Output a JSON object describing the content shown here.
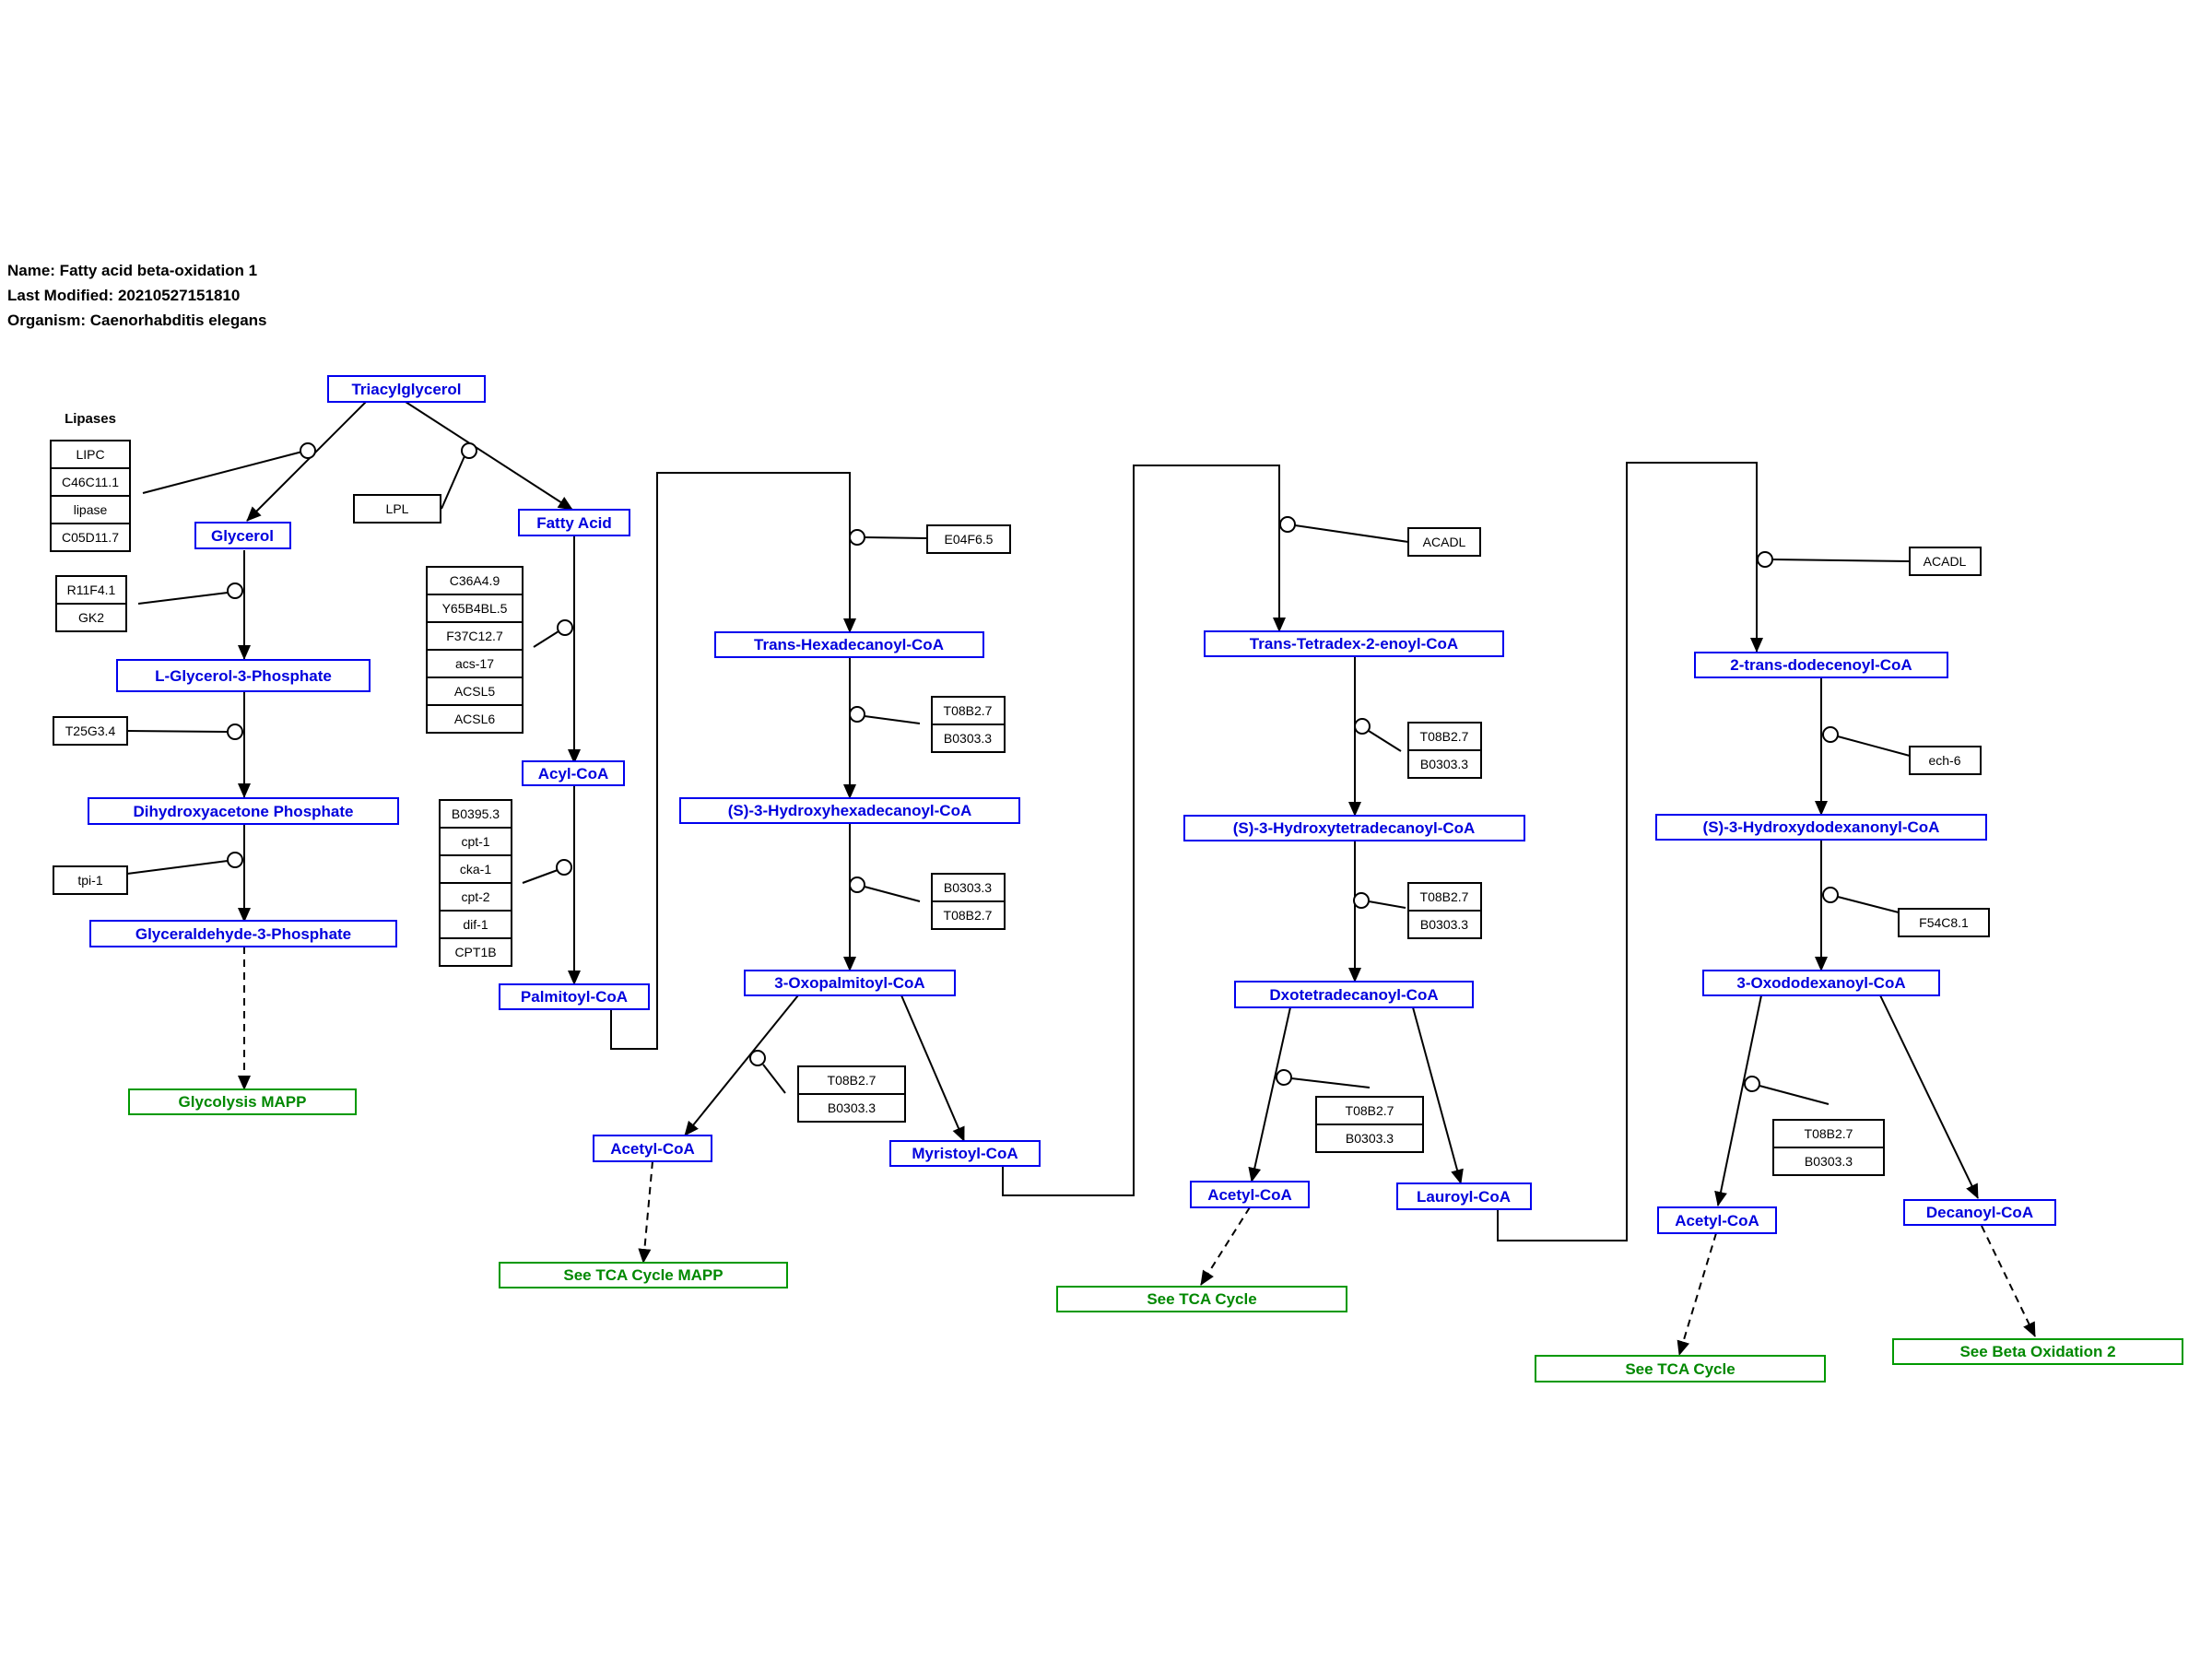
{
  "header": {
    "name": "Name: Fatty acid beta-oxidation 1",
    "last_modified": "Last Modified: 20210527151810",
    "organism": "Organism: Caenorhabditis elegans"
  },
  "labels": {
    "lipases": "Lipases"
  },
  "metabolites": {
    "triacylglycerol": "Triacylglycerol",
    "glycerol": "Glycerol",
    "fatty_acid": "Fatty Acid",
    "l_glycerol_3_phosphate": "L-Glycerol-3-Phosphate",
    "dihydroxyacetone_phosphate": "Dihydroxyacetone Phosphate",
    "glyceraldehyde_3_phosphate": "Glyceraldehyde-3-Phosphate",
    "acyl_coa": "Acyl-CoA",
    "palmitoyl_coa": "Palmitoyl-CoA",
    "trans_hexadecanoyl_coa": "Trans-Hexadecanoyl-CoA",
    "s3_hydroxyhexadecanoyl_coa": "(S)-3-Hydroxyhexadecanoyl-CoA",
    "oxopalmitoyl_coa": "3-Oxopalmitoyl-CoA",
    "acetyl_coa_1": "Acetyl-CoA",
    "myristoyl_coa": "Myristoyl-CoA",
    "trans_tetradec_2_enoyl_coa": "Trans-Tetradex-2-enoyl-CoA",
    "s3_hydroxytetradecanoyl_coa": "(S)-3-Hydroxytetradecanoyl-CoA",
    "dxotetradecanoyl_coa": "Dxotetradecanoyl-CoA",
    "acetyl_coa_2": "Acetyl-CoA",
    "lauroyl_coa": "Lauroyl-CoA",
    "trans_dodecenoyl_coa": "2-trans-dodecenoyl-CoA",
    "s3_hydroxydodecanoyl_coa": "(S)-3-Hydroxydodexanonyl-CoA",
    "oxododecanoyl_coa": "3-Oxododexanoyl-CoA",
    "acetyl_coa_3": "Acetyl-CoA",
    "decanoyl_coa": "Decanoyl-CoA"
  },
  "pathways": {
    "glycolysis": "Glycolysis MAPP",
    "tca_mapp": "See TCA Cycle MAPP",
    "tca_2": "See TCA Cycle",
    "tca_3": "See TCA Cycle",
    "beta_ox_2": "See Beta Oxidation 2"
  },
  "genes": {
    "lipc": "LIPC",
    "c46c11_1": "C46C11.1",
    "lipase": "lipase",
    "c05d11_7": "C05D11.7",
    "lpl": "LPL",
    "r11f4_1": "R11F4.1",
    "gk2": "GK2",
    "t25g3_4": "T25G3.4",
    "tpi_1": "tpi-1",
    "c36a4_9": "C36A4.9",
    "y65b4bl_5": "Y65B4BL.5",
    "f37c12_7": "F37C12.7",
    "acs_17": "acs-17",
    "acsl5": "ACSL5",
    "acsl6": "ACSL6",
    "b0395_3": "B0395.3",
    "cpt_1": "cpt-1",
    "cka_1": "cka-1",
    "cpt_2": "cpt-2",
    "dif_1": "dif-1",
    "cpt1b": "CPT1B",
    "e04f6_5": "E04F6.5",
    "t08b2_7_a": "T08B2.7",
    "b0303_3_a": "B0303.3",
    "b0303_3_b": "B0303.3",
    "t08b2_7_b": "T08B2.7",
    "t08b2_7_c": "T08B2.7",
    "b0303_3_c": "B0303.3",
    "acadl_1": "ACADL",
    "t08b2_7_d": "T08B2.7",
    "b0303_3_d": "B0303.3",
    "t08b2_7_e": "T08B2.7",
    "b0303_3_e": "B0303.3",
    "t08b2_7_f": "T08B2.7",
    "b0303_3_f": "B0303.3",
    "acadl_2": "ACADL",
    "ech_6": "ech-6",
    "f54c8_1": "F54C8.1",
    "t08b2_7_g": "T08B2.7",
    "b0303_3_g": "B0303.3"
  },
  "colors": {
    "metabolite": "#0000ee",
    "pathway": "#009900",
    "gene": "#000000"
  }
}
